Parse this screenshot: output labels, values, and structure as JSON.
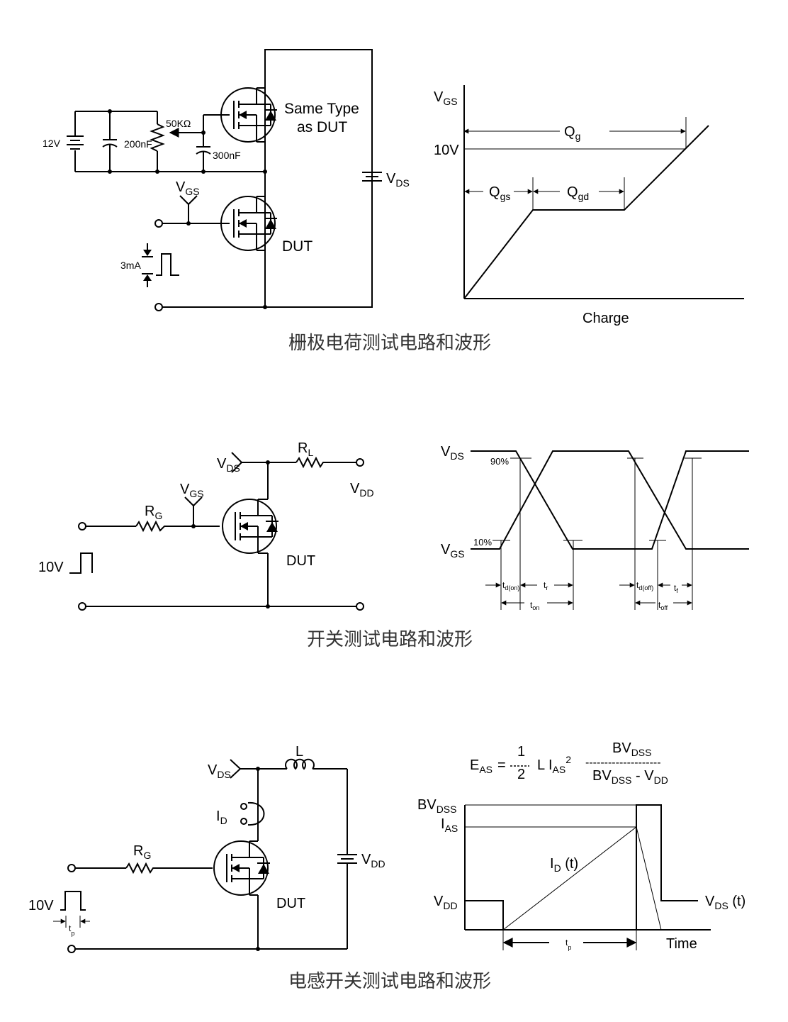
{
  "gate_charge": {
    "caption": "栅极电荷测试电路和波形",
    "circuit": {
      "battery": "12V",
      "cap1": "200nF",
      "pot": "50KΩ",
      "cap2": "300nF",
      "same_type": [
        "Same Type",
        "as DUT"
      ],
      "dut": "DUT",
      "vgs": {
        "main": "V",
        "sub": "GS"
      },
      "vds": {
        "main": "V",
        "sub": "DS"
      },
      "current": "3mA"
    },
    "waveform": {
      "y_label": {
        "main": "V",
        "sub": "GS"
      },
      "level": "10V",
      "qg": {
        "main": "Q",
        "sub": "g"
      },
      "qgs": {
        "main": "Q",
        "sub": "gs"
      },
      "qgd": {
        "main": "Q",
        "sub": "gd"
      },
      "x_label": "Charge"
    }
  },
  "switching": {
    "caption": "开关测试电路和波形",
    "circuit": {
      "vds": {
        "main": "V",
        "sub": "DS"
      },
      "rl": {
        "main": "R",
        "sub": "L"
      },
      "vdd": {
        "main": "V",
        "sub": "DD"
      },
      "vgs": {
        "main": "V",
        "sub": "GS"
      },
      "rg": {
        "main": "R",
        "sub": "G"
      },
      "dut": "DUT",
      "pulse": "10V"
    },
    "waveform": {
      "vds": {
        "main": "V",
        "sub": "DS"
      },
      "vgs": {
        "main": "V",
        "sub": "GS"
      },
      "p90": "90%",
      "p10": "10%",
      "td_on": {
        "main": "t",
        "sub": "d(on)"
      },
      "tr": {
        "main": "t",
        "sub": "r"
      },
      "ton": {
        "main": "t",
        "sub": "on"
      },
      "td_off": {
        "main": "t",
        "sub": "d(off)"
      },
      "tf": {
        "main": "t",
        "sub": "f"
      },
      "toff": {
        "main": "t",
        "sub": "off"
      }
    }
  },
  "inductive": {
    "caption": "电感开关测试电路和波形",
    "circuit": {
      "vds": {
        "main": "V",
        "sub": "DS"
      },
      "l": "L",
      "id": {
        "main": "I",
        "sub": "D"
      },
      "vdd": {
        "main": "V",
        "sub": "DD"
      },
      "rg": {
        "main": "R",
        "sub": "G"
      },
      "dut": "DUT",
      "pulse": "10V",
      "tp": {
        "main": "t",
        "sub": "p"
      }
    },
    "equation": {
      "eas": {
        "main": "E",
        "sub": "AS"
      },
      "eq": "=",
      "num": "1",
      "den": "2",
      "l": "L I",
      "ias_sub": "AS",
      "sup": "2",
      "bv_num": {
        "main": "BV",
        "sub": "DSS"
      },
      "dashes": "--------------------",
      "bv_den": {
        "main": "BV",
        "sub": "DSS"
      },
      "minus_vdd": {
        "main": " - V",
        "sub": "DD"
      }
    },
    "waveform": {
      "bvdss": {
        "main": "BV",
        "sub": "DSS"
      },
      "ias": {
        "main": "I",
        "sub": "AS"
      },
      "vdd": {
        "main": "V",
        "sub": "DD"
      },
      "idt": {
        "main": "I",
        "sub": "D",
        "tail": " (t)"
      },
      "vdst": {
        "main": "V",
        "sub": "DS",
        "tail": " (t)"
      },
      "tp": {
        "main": "t",
        "sub": "p"
      },
      "time": "Time"
    }
  }
}
